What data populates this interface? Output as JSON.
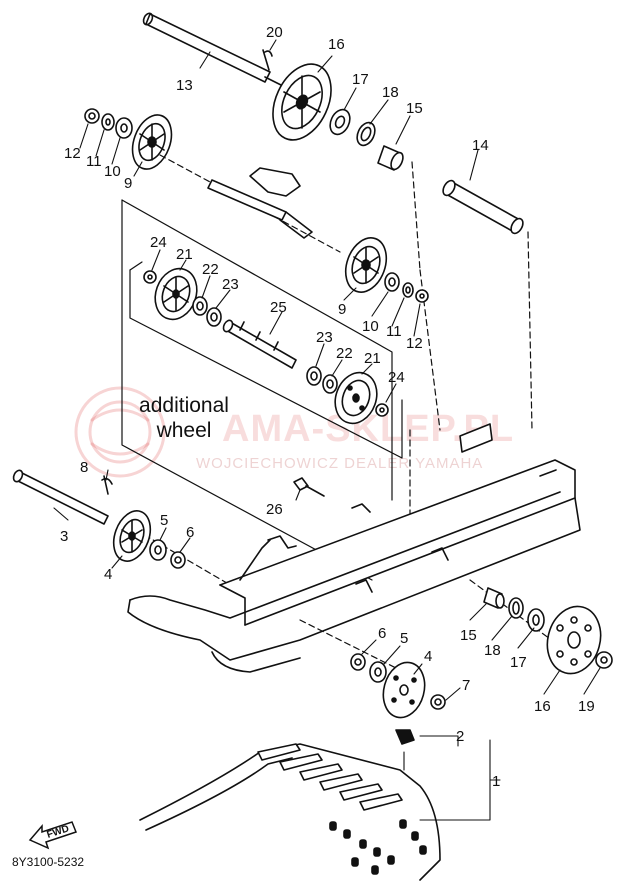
{
  "note": {
    "line1": "additional",
    "line2": "wheel"
  },
  "catalog_code": "8Y3100-5232",
  "fwd_label": "FWD",
  "watermark": {
    "main": "AMA-SKLEP.PL",
    "sub": "WOJCIECHOWICZ DEALER YAMAHA"
  },
  "callouts": {
    "c1": "1",
    "c2": "2",
    "c3": "3",
    "c4a": "4",
    "c4b": "4",
    "c5a": "5",
    "c5b": "5",
    "c6a": "6",
    "c6b": "6",
    "c7": "7",
    "c8": "8",
    "c9a": "9",
    "c9b": "9",
    "c10a": "10",
    "c10b": "10",
    "c11a": "11",
    "c11b": "11",
    "c12a": "12",
    "c12b": "12",
    "c13": "13",
    "c14": "14",
    "c15a": "15",
    "c15b": "15",
    "c16a": "16",
    "c16b": "16",
    "c17a": "17",
    "c17b": "17",
    "c18a": "18",
    "c18b": "18",
    "c19": "19",
    "c20": "20",
    "c21a": "21",
    "c21b": "21",
    "c22a": "22",
    "c22b": "22",
    "c23a": "23",
    "c23b": "23",
    "c24a": "24",
    "c24b": "24",
    "c25": "25",
    "c26": "26"
  },
  "colors": {
    "line": "#111111",
    "watermark": "#e06464"
  }
}
